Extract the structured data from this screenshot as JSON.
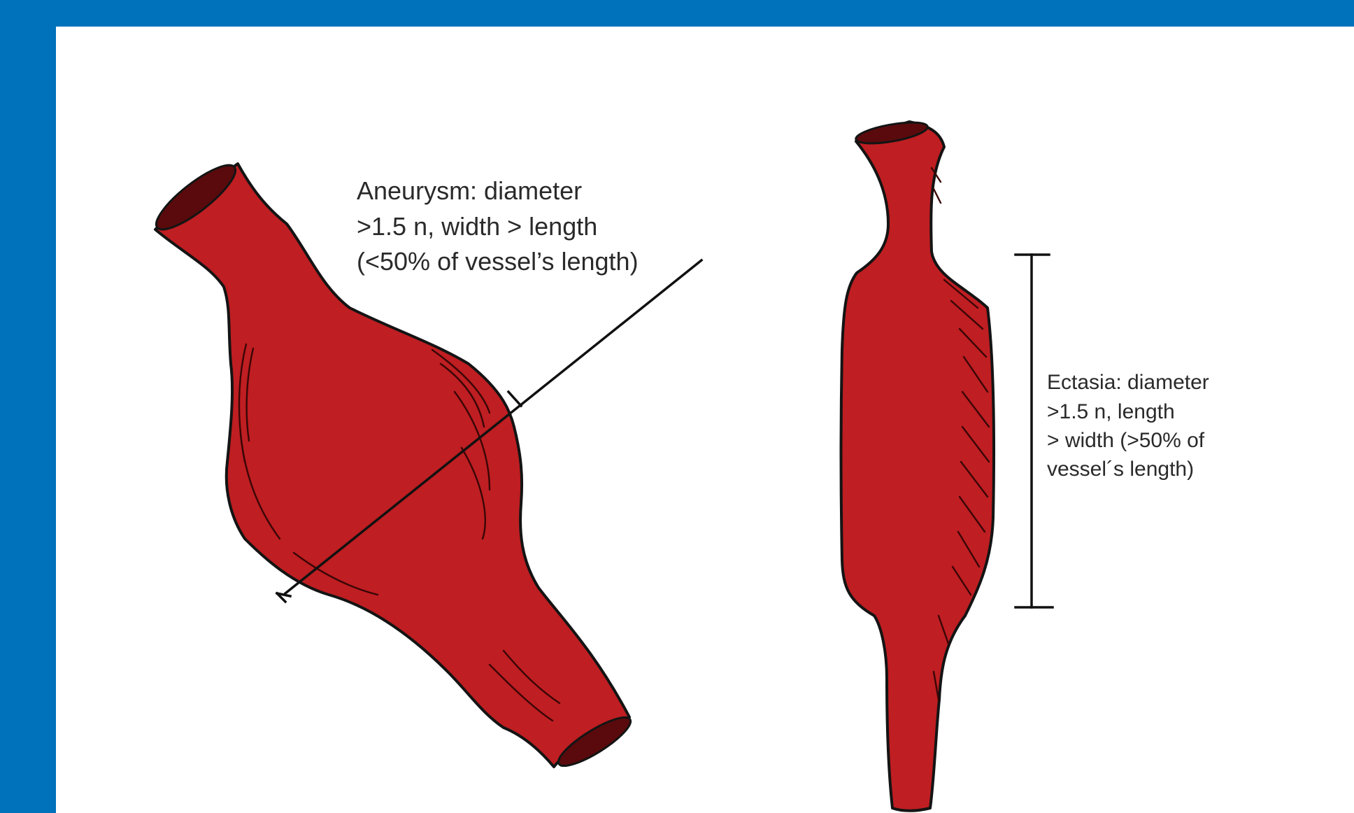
{
  "aneurysm": {
    "label_lines": [
      "Aneurysm: diameter",
      ">1.5 n, width > length",
      "(<50% of vessel’s length)"
    ]
  },
  "ectasia": {
    "label_lines": [
      "Ectasia: diameter",
      ">1.5 n, length",
      "> width (>50% of",
      "vessel´s length)"
    ]
  },
  "colors": {
    "frame": "#0072bb",
    "panel": "#ffffff",
    "vessel": "#bf1e22",
    "outline": "#141414"
  }
}
